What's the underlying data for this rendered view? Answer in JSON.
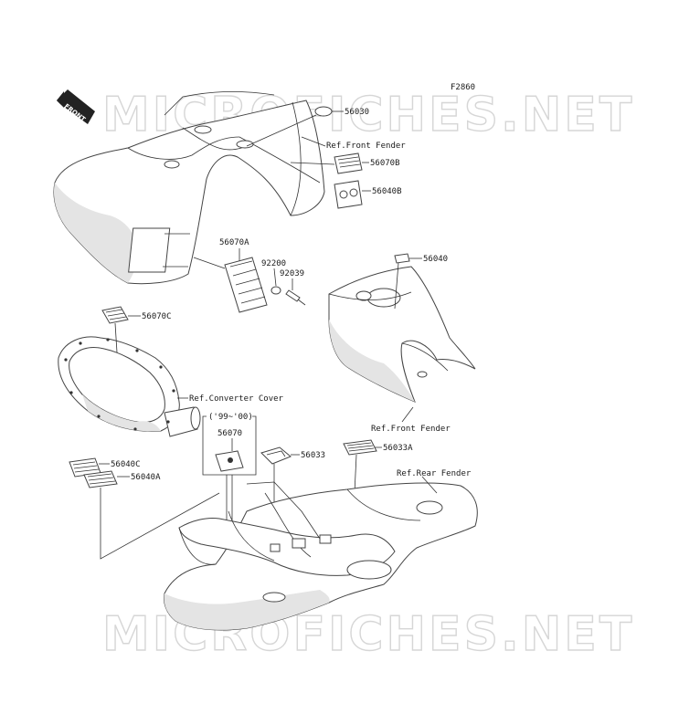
{
  "diagram": {
    "figure_code": "F2860",
    "front_label": "FRONT",
    "watermark": "MICROFICHES.NET",
    "year_note": "('99~'00)",
    "parts": [
      {
        "id": "p56030",
        "number": "56030"
      },
      {
        "id": "p56070B",
        "number": "56070B"
      },
      {
        "id": "p56040B",
        "number": "56040B"
      },
      {
        "id": "p56070A",
        "number": "56070A"
      },
      {
        "id": "p92200",
        "number": "92200"
      },
      {
        "id": "p92039",
        "number": "92039"
      },
      {
        "id": "p56040",
        "number": "56040"
      },
      {
        "id": "p56070C",
        "number": "56070C"
      },
      {
        "id": "p56070",
        "number": "56070"
      },
      {
        "id": "p56033",
        "number": "56033"
      },
      {
        "id": "p56033A",
        "number": "56033A"
      },
      {
        "id": "p56040C",
        "number": "56040C"
      },
      {
        "id": "p56040A",
        "number": "56040A"
      }
    ],
    "references": {
      "front_fender_top": "Ref.Front Fender",
      "front_fender_mid": "Ref.Front Fender",
      "converter_cover": "Ref.Converter Cover",
      "rear_fender": "Ref.Rear Fender"
    }
  }
}
